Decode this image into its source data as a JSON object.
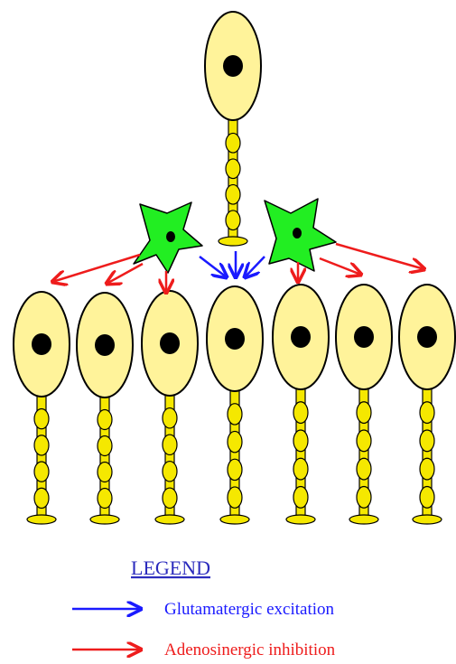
{
  "legend": {
    "title": "LEGEND",
    "items": [
      {
        "label": "Glutamatergic excitation",
        "color": "#1a1aff",
        "kind": "excitation"
      },
      {
        "label": "Adenosinergic inhibition",
        "color": "#ee1c1c",
        "kind": "inhibition"
      }
    ]
  },
  "colors": {
    "neuron_fill": "#fff39a",
    "axon_fill": "#f5e800",
    "nucleus": "#000000",
    "astrocyte_fill": "#22ee22",
    "excitation": "#1a1aff",
    "inhibition": "#ee1c1c"
  },
  "structure": {
    "presynaptic_neurons": 1,
    "astrocytes": 2,
    "postsynaptic_neurons": 7,
    "excitatory_arrows": 3,
    "inhibitory_arrows": 6
  }
}
